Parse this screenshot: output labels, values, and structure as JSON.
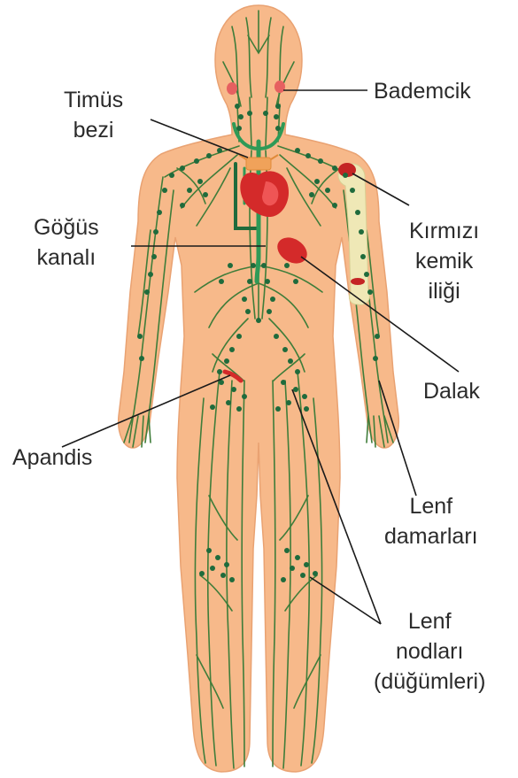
{
  "labels": {
    "timus": [
      "Timüs",
      "bezi"
    ],
    "bademcik": "Bademcik",
    "gogus": [
      "Göğüs",
      "kanalı"
    ],
    "kirmizi": [
      "Kırmızı",
      "kemik",
      "iliği"
    ],
    "dalak": "Dalak",
    "apandis": "Apandis",
    "lenf_damar": [
      "Lenf",
      "damarları"
    ],
    "lenf_nod": [
      "Lenf",
      "nodları",
      "(düğümleri)"
    ]
  },
  "colors": {
    "skin": "#f7b98a",
    "skin_edge": "#e9a272",
    "vessel": "#3f7d3a",
    "node": "#1f6b3c",
    "organ_red": "#d42a2a",
    "bone": "#efe8b6",
    "thymus": "#f0a25a",
    "duct": "#2f9a57",
    "leader": "#1a1a1a"
  }
}
